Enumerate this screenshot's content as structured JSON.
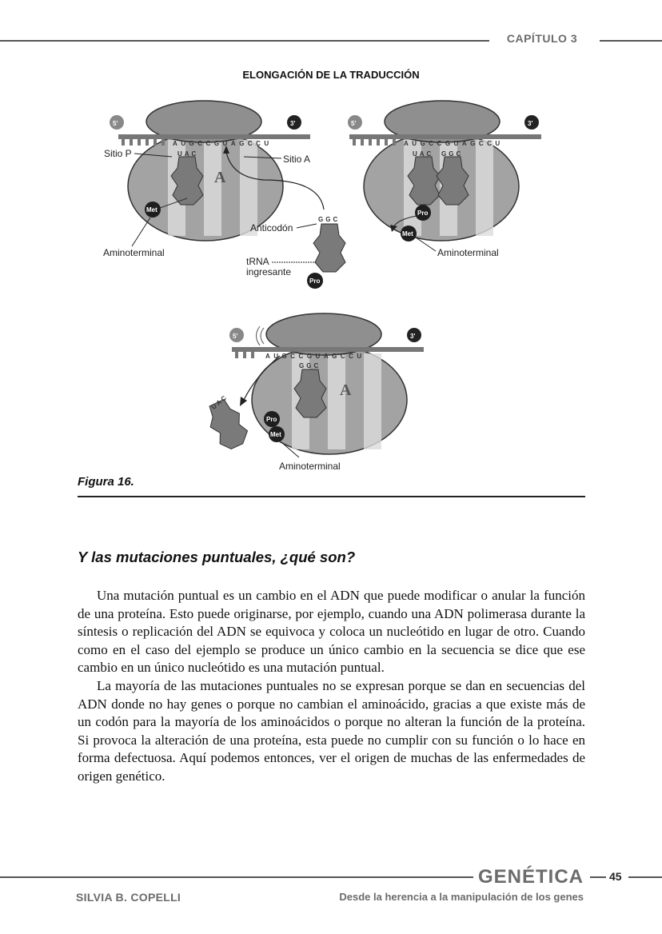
{
  "header": {
    "chapter": "CAPÍTULO 3"
  },
  "figure": {
    "title": "ELONGACIÓN DE LA TRADUCCIÓN",
    "caption": "Figura 16.",
    "labels": {
      "five_prime": "5'",
      "three_prime": "3'",
      "site_p": "Sitio P",
      "site_a": "Sitio A",
      "a_site_letter": "A",
      "anticodon": "Anticodón",
      "trna_line1": "tRNA",
      "trna_line2": "ingresante",
      "aminoterminal": "Aminoterminal",
      "met": "Met",
      "pro": "Pro",
      "anticodon_uac": "UAC",
      "anticodon_ggc": "GGC",
      "mrna_codons": "AUGCCGUAGCCU",
      "mrna_codons_panel3": "AUGCCGUAGCCU"
    }
  },
  "section": {
    "title": "Y las mutaciones puntuales, ¿qué son?"
  },
  "body": {
    "paragraphs": [
      "Una mutación puntual es un cambio en el ADN que puede modificar o anular la función de una proteína. Esto puede originarse, por ejemplo, cuando una ADN polimerasa durante la síntesis o replicación del ADN se equivoca y coloca un nucleótido en lugar de otro. Cuando como en el caso del ejemplo se produce un único cambio en la secuencia se dice que ese cambio en un único nucleótido es una mutación puntual.",
      "La mayoría de las mutaciones puntuales no se expresan porque se dan en secuencias del ADN donde no hay genes o porque no cambian el aminoácido, gracias a que existe más de un codón para la mayoría de los aminoácidos o porque no alteran la función de la proteína. Si provoca la alteración de una proteína, esta puede no cumplir con su función o lo hace en forma defectuosa. Aquí podemos entonces, ver el origen de muchas de las enfermedades de origen genético."
    ]
  },
  "footer": {
    "book_title": "GENÉTICA",
    "page_number": "45",
    "author": "SILVIA B. COPELLI",
    "subtitle": "Desde la herencia a la manipulación de los genes"
  },
  "colors": {
    "ribosome_large": "#8f8f8f",
    "ribosome_small": "#a3a3a3",
    "trna": "#7a7a7a",
    "amino_acid": "#1e1e1e",
    "rule": "#555555"
  }
}
